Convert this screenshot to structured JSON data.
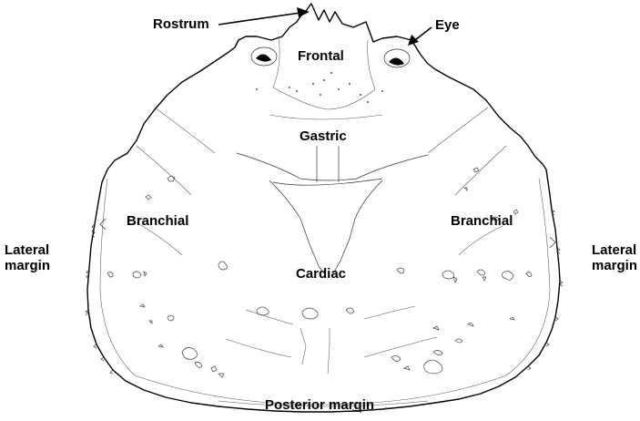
{
  "labels": {
    "rostrum": "Rostrum",
    "eye": "Eye",
    "frontal": "Frontal",
    "gastric": "Gastric",
    "branchial_left": "Branchial",
    "branchial_right": "Branchial",
    "cardiac": "Cardiac",
    "lateral_margin_left": [
      "Lateral",
      "margin"
    ],
    "lateral_margin_right": [
      "Lateral",
      "margin"
    ],
    "posterior_margin": "Posterior margin"
  },
  "colors": {
    "line": "#000000",
    "background": "#ffffff",
    "eye_fill": "#000000"
  }
}
